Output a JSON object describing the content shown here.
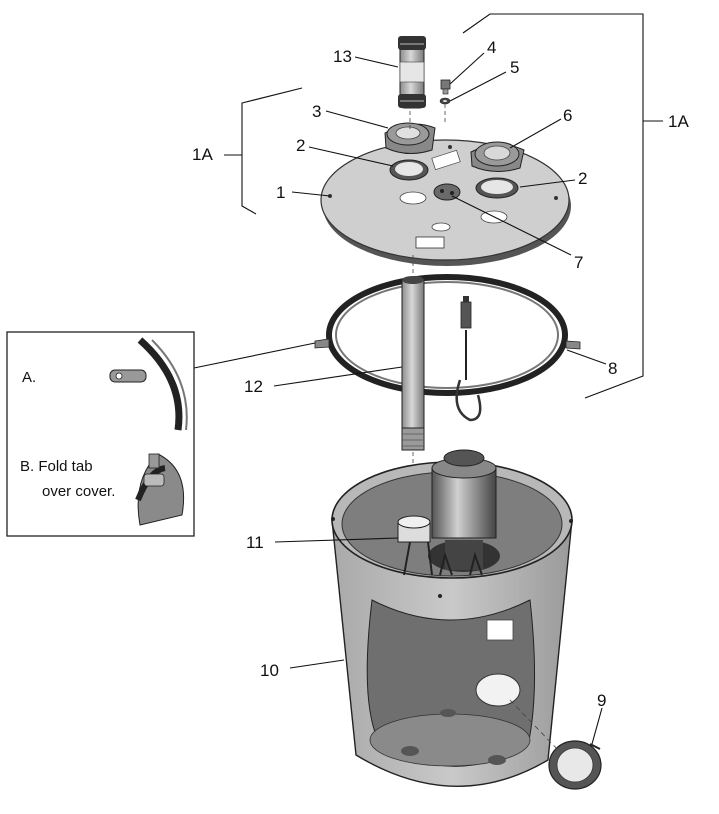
{
  "callouts": {
    "c1": "1",
    "c2a": "2",
    "c2b": "2",
    "c3": "3",
    "c4": "4",
    "c5": "5",
    "c6": "6",
    "c7": "7",
    "c8": "8",
    "c9": "9",
    "c10": "10",
    "c11": "11",
    "c12": "12",
    "c13": "13",
    "c1a_left": "1A",
    "c1a_right": "1A"
  },
  "inset": {
    "a_label": "A.",
    "b_label": "B. Fold tab",
    "b_label_line2": "over cover."
  }
}
